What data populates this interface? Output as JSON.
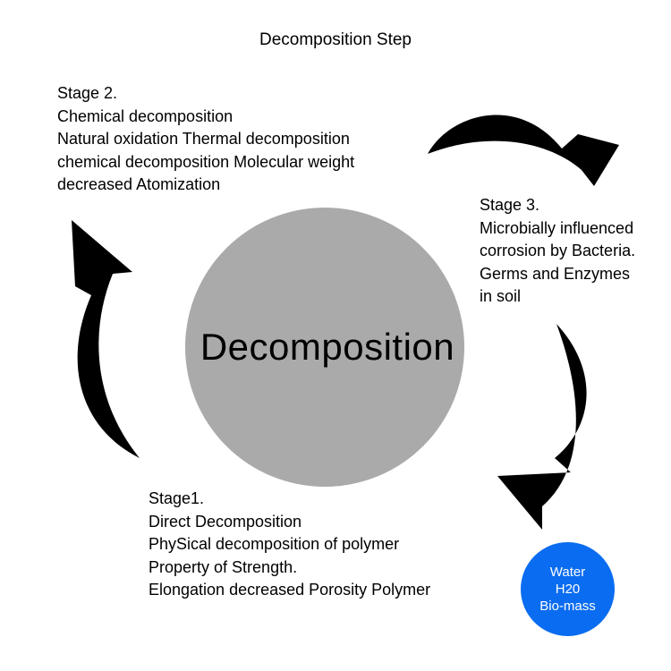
{
  "title": "Decomposition Step",
  "center": {
    "label": "Decomposition",
    "color": "#aaaaaa"
  },
  "stages": [
    {
      "id": "stage2",
      "lines": [
        "Stage 2.",
        "Chemical decomposition",
        "Natural oxidation Thermal decomposition",
        "chemical decomposition Molecular weight",
        "decreased Atomization"
      ]
    },
    {
      "id": "stage3",
      "lines": [
        "Stage 3.",
        "Microbially influenced",
        "corrosion by Bacteria.",
        "Germs and Enzymes",
        "in soil"
      ]
    },
    {
      "id": "stage1",
      "lines": [
        "Stage1.",
        "Direct Decomposition",
        "PhySical decomposition of polymer",
        "Property of Strength.",
        "Elongation decreased Porosity Polymer"
      ]
    }
  ],
  "output": {
    "lines": [
      "Water",
      "H20",
      "Bio-mass"
    ],
    "color": "#0a6cf0"
  },
  "arrows": [
    {
      "name": "arrow-stage2-to-stage3",
      "icon": "curved-arrow-icon"
    },
    {
      "name": "arrow-stage3-to-output",
      "icon": "curved-arrow-icon"
    },
    {
      "name": "arrow-stage1-to-stage2",
      "icon": "curved-arrow-icon"
    }
  ]
}
